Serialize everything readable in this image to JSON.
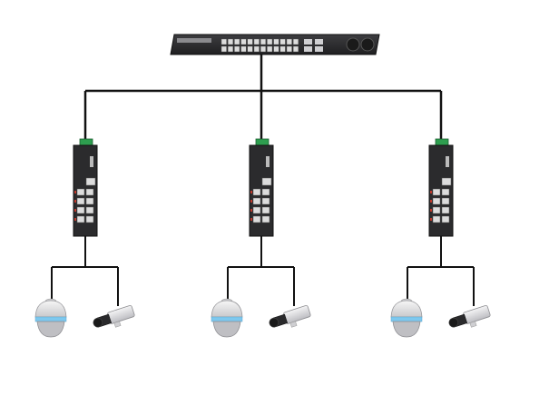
{
  "diagram": {
    "core_switch": {
      "label": "",
      "downlinks": 3
    },
    "branches": [
      {
        "id": "branch-1",
        "cameras": [
          "dome",
          "bullet"
        ]
      },
      {
        "id": "branch-2",
        "cameras": [
          "dome",
          "bullet"
        ]
      },
      {
        "id": "branch-3",
        "cameras": [
          "dome",
          "bullet"
        ]
      }
    ],
    "colors": {
      "cable": "#111111",
      "switch_body": "#2b2b2d",
      "port": "#dcdcdc",
      "port_led": "#c0392b",
      "terminal_green": "#2e9e4f",
      "camera_body": "#e9e9ea",
      "camera_band": "#7ec8ee"
    }
  }
}
